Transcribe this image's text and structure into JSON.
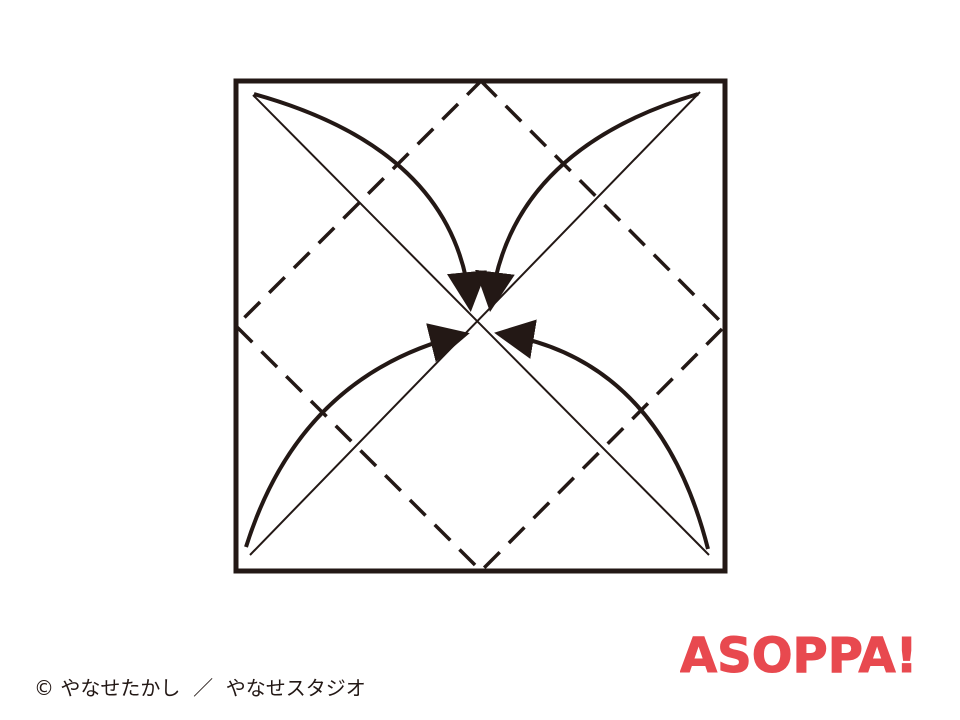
{
  "footer": {
    "credit": "© やなせたかし  ／  やなせスタジオ"
  },
  "logo": {
    "text": "ASOPPA!"
  },
  "colors": {
    "ink": "#231815",
    "brand": "#e8494f",
    "background": "#ffffff"
  },
  "diagram": {
    "folds": [
      {
        "name": "fold-arrow-top-left",
        "icon": "curved-arrow-icon"
      },
      {
        "name": "fold-arrow-top-right",
        "icon": "curved-arrow-icon"
      },
      {
        "name": "fold-arrow-bottom-left",
        "icon": "curved-arrow-icon"
      },
      {
        "name": "fold-arrow-bottom-right",
        "icon": "curved-arrow-icon"
      }
    ],
    "crease_style": "solid-diagonals",
    "fold_line_style": "dashed-diamond"
  }
}
